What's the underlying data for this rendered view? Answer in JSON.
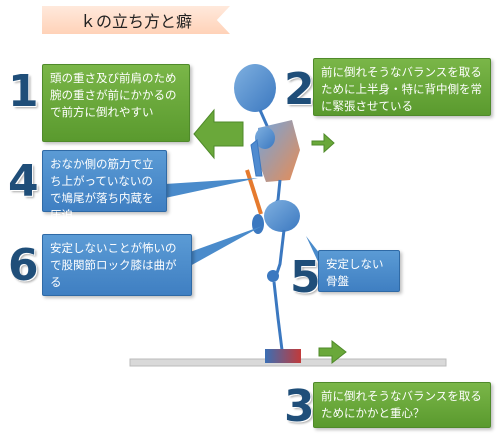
{
  "title": "ｋの立ち方と癖",
  "callouts": {
    "c1": {
      "number": "1",
      "text": "頭の重さ及び前肩のため腕の重さが前にかかるので前方に倒れやすい"
    },
    "c2": {
      "number": "2",
      "text": "前に倒れそうなバランスを取るために上半身・特に背中側を常に緊張させている"
    },
    "c3": {
      "number": "3",
      "text": "前に倒れそうなバランスを取るためにかかと重心？"
    },
    "c4": {
      "number": "4",
      "text": "おなか側の筋力で立ち上がっていないので鳩尾が落ち内蔵を圧迫"
    },
    "c5": {
      "number": "5",
      "text": "安定しない骨盤"
    },
    "c6": {
      "number": "6",
      "text": "安定しないことが怖いので股関節ロック膝は曲がる"
    }
  },
  "colors": {
    "green": "#6aa83a",
    "blue": "#4a8bcb",
    "number": "#1f4e79",
    "banner": "#ffd9c4"
  }
}
